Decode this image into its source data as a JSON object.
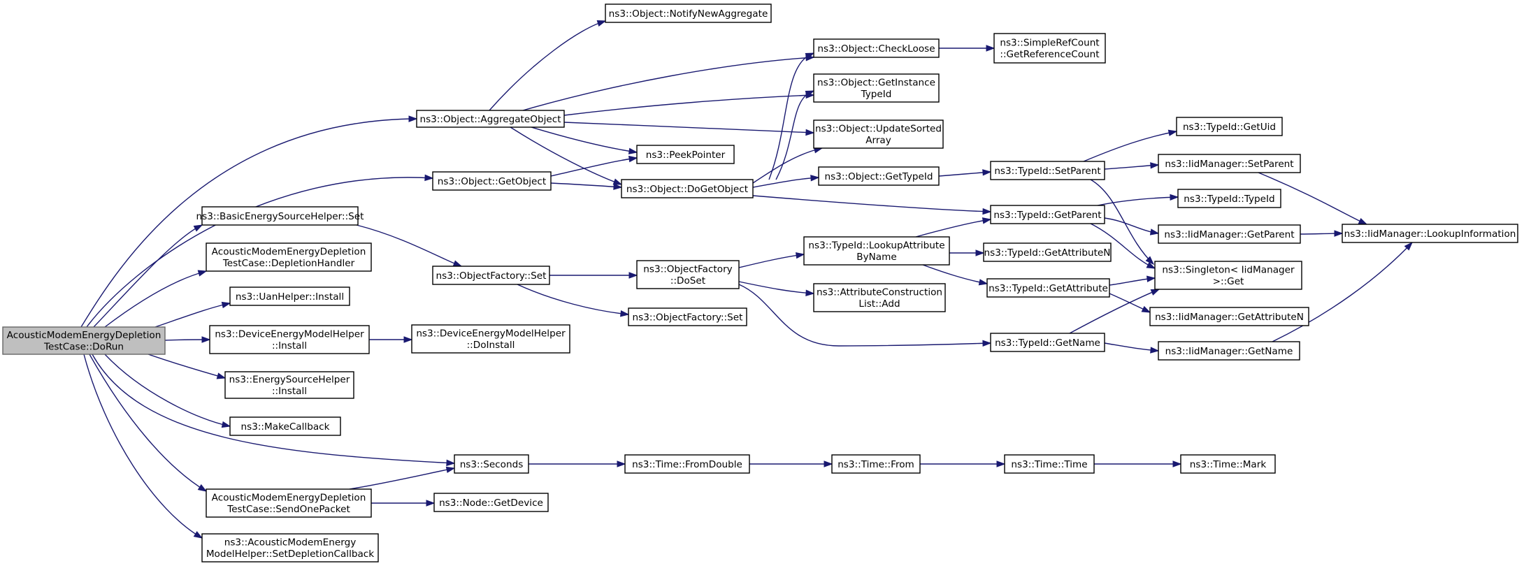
{
  "graph": {
    "edge_color": "#191970",
    "root_fill": "#bfbfbf",
    "node_fill": "#ffffff",
    "nodes": [
      {
        "id": "dorun",
        "lines": [
          "AcousticModemEnergyDepletion",
          "TestCase::DoRun"
        ],
        "root": true
      },
      {
        "id": "aggregate",
        "lines": [
          "ns3::Object::AggregateObject"
        ]
      },
      {
        "id": "getobject",
        "lines": [
          "ns3::Object::GetObject"
        ]
      },
      {
        "id": "basicset",
        "lines": [
          "ns3::BasicEnergySourceHelper::Set"
        ]
      },
      {
        "id": "depletionhandler",
        "lines": [
          "AcousticModemEnergyDepletion",
          "TestCase::DepletionHandler"
        ]
      },
      {
        "id": "uaninstall",
        "lines": [
          "ns3::UanHelper::Install"
        ]
      },
      {
        "id": "deminstall",
        "lines": [
          "ns3::DeviceEnergyModelHelper",
          "::Install"
        ]
      },
      {
        "id": "esinstall",
        "lines": [
          "ns3::EnergySourceHelper",
          "::Install"
        ]
      },
      {
        "id": "makecallback",
        "lines": [
          "ns3::MakeCallback"
        ]
      },
      {
        "id": "seconds",
        "lines": [
          "ns3::Seconds"
        ]
      },
      {
        "id": "sendonepacket",
        "lines": [
          "AcousticModemEnergyDepletion",
          "TestCase::SendOnePacket"
        ]
      },
      {
        "id": "setdepletioncb",
        "lines": [
          "ns3::AcousticModemEnergy",
          "ModelHelper::SetDepletionCallback"
        ]
      },
      {
        "id": "notify",
        "lines": [
          "ns3::Object::NotifyNewAggregate"
        ]
      },
      {
        "id": "checkloose",
        "lines": [
          "ns3::Object::CheckLoose"
        ]
      },
      {
        "id": "getinstance",
        "lines": [
          "ns3::Object::GetInstance",
          "TypeId"
        ]
      },
      {
        "id": "updatesorted",
        "lines": [
          "ns3::Object::UpdateSorted",
          "Array"
        ]
      },
      {
        "id": "peekpointer",
        "lines": [
          "ns3::PeekPointer"
        ]
      },
      {
        "id": "dogetobject",
        "lines": [
          "ns3::Object::DoGetObject"
        ]
      },
      {
        "id": "gettypeid",
        "lines": [
          "ns3::Object::GetTypeId"
        ]
      },
      {
        "id": "ofset",
        "lines": [
          "ns3::ObjectFactory::Set"
        ]
      },
      {
        "id": "ofdoset",
        "lines": [
          "ns3::ObjectFactory",
          "::DoSet"
        ]
      },
      {
        "id": "ofset2",
        "lines": [
          "ns3::ObjectFactory::Set"
        ]
      },
      {
        "id": "demdoinstall",
        "lines": [
          "ns3::DeviceEnergyModelHelper",
          "::DoInstall"
        ]
      },
      {
        "id": "fromdouble",
        "lines": [
          "ns3::Time::FromDouble"
        ]
      },
      {
        "id": "getdevice",
        "lines": [
          "ns3::Node::GetDevice"
        ]
      },
      {
        "id": "getrefcount",
        "lines": [
          "ns3::SimpleRefCount",
          "::GetReferenceCount"
        ]
      },
      {
        "id": "tidsetparent",
        "lines": [
          "ns3::TypeId::SetParent"
        ]
      },
      {
        "id": "tidgetparent",
        "lines": [
          "ns3::TypeId::GetParent"
        ]
      },
      {
        "id": "lookupattr",
        "lines": [
          "ns3::TypeId::LookupAttribute",
          "ByName"
        ]
      },
      {
        "id": "attrlistadd",
        "lines": [
          "ns3::AttributeConstruction",
          "List::Add"
        ]
      },
      {
        "id": "tidgetname",
        "lines": [
          "ns3::TypeId::GetName"
        ]
      },
      {
        "id": "tidgetattrn",
        "lines": [
          "ns3::TypeId::GetAttributeN"
        ]
      },
      {
        "id": "tidgetattr",
        "lines": [
          "ns3::TypeId::GetAttribute"
        ]
      },
      {
        "id": "timefrom",
        "lines": [
          "ns3::Time::From"
        ]
      },
      {
        "id": "timetime",
        "lines": [
          "ns3::Time::Time"
        ]
      },
      {
        "id": "timemark",
        "lines": [
          "ns3::Time::Mark"
        ]
      },
      {
        "id": "getuid",
        "lines": [
          "ns3::TypeId::GetUid"
        ]
      },
      {
        "id": "iidsetparent",
        "lines": [
          "ns3::IidManager::SetParent"
        ]
      },
      {
        "id": "typeidctor",
        "lines": [
          "ns3::TypeId::TypeId"
        ]
      },
      {
        "id": "iidgetparent",
        "lines": [
          "ns3::IidManager::GetParent"
        ]
      },
      {
        "id": "singletonget",
        "lines": [
          "ns3::Singleton< IidManager",
          " >::Get"
        ]
      },
      {
        "id": "iidgetattrn",
        "lines": [
          "ns3::IidManager::GetAttributeN"
        ]
      },
      {
        "id": "iidgetname",
        "lines": [
          "ns3::IidManager::GetName"
        ]
      },
      {
        "id": "lookupinfo",
        "lines": [
          "ns3::IidManager::LookupInformation"
        ]
      }
    ]
  }
}
